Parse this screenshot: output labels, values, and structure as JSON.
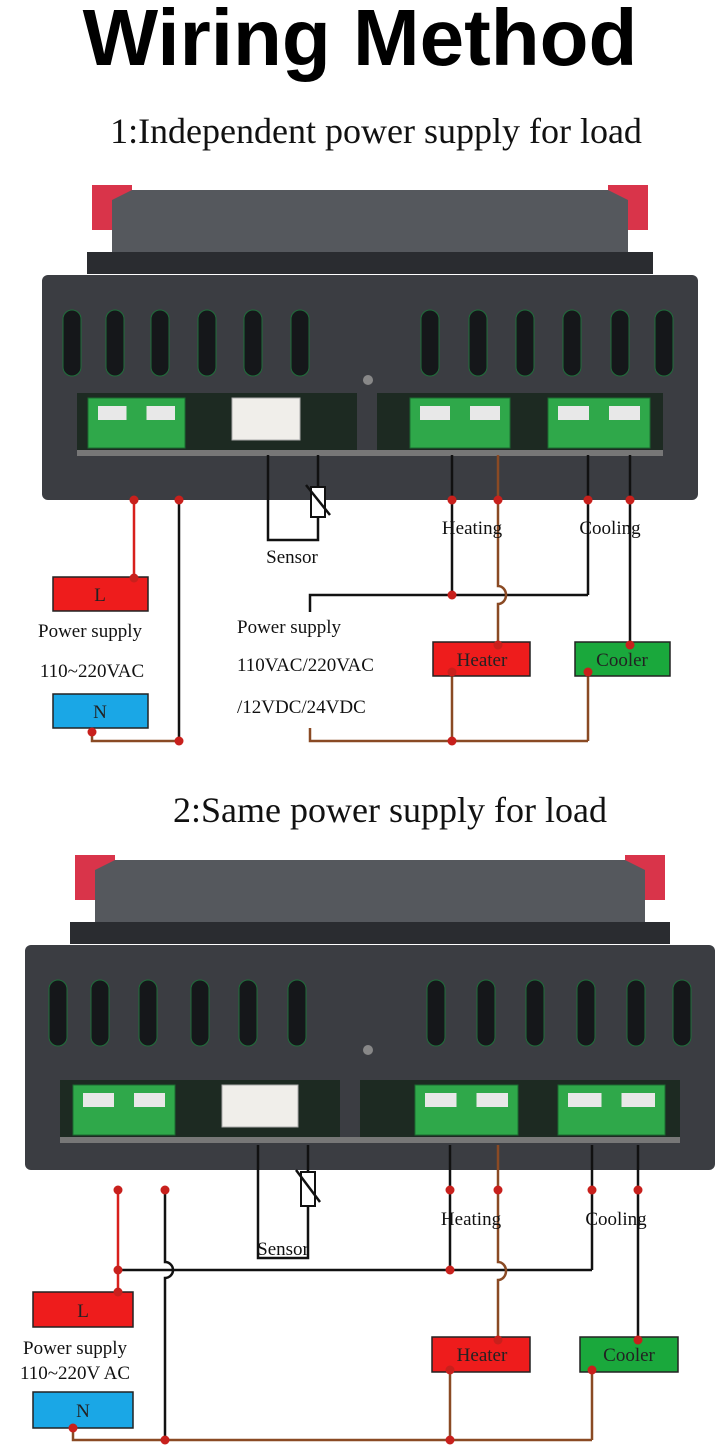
{
  "title": "Wiring Method",
  "diagrams": [
    {
      "heading": "1:Independent power supply for load",
      "sensor_label": "Sensor",
      "heating_label": "Heating",
      "cooling_label": "Cooling",
      "L_label": "L",
      "N_label": "N",
      "mains_label": "Power supply",
      "mains_voltage": "110~220VAC",
      "load_supply_label": "Power supply",
      "load_supply_line1": "110VAC/220VAC",
      "load_supply_line2": "/12VDC/24VDC",
      "heater_label": "Heater",
      "cooler_label": "Cooler"
    },
    {
      "heading": "2:Same power supply for load",
      "sensor_label": "Sensor",
      "heating_label": "Heating",
      "cooling_label": "Cooling",
      "L_label": "L",
      "N_label": "N",
      "mains_label": "Power supply",
      "mains_voltage": "110~220V AC",
      "heater_label": "Heater",
      "cooler_label": "Cooler"
    }
  ],
  "colors": {
    "live": "#ee1c1c",
    "neutral": "#1aa7e6",
    "heater": "#ee1c1c",
    "cooler": "#1aa83c",
    "terminal": "#2fa84a",
    "housing": "#3b3d42"
  }
}
